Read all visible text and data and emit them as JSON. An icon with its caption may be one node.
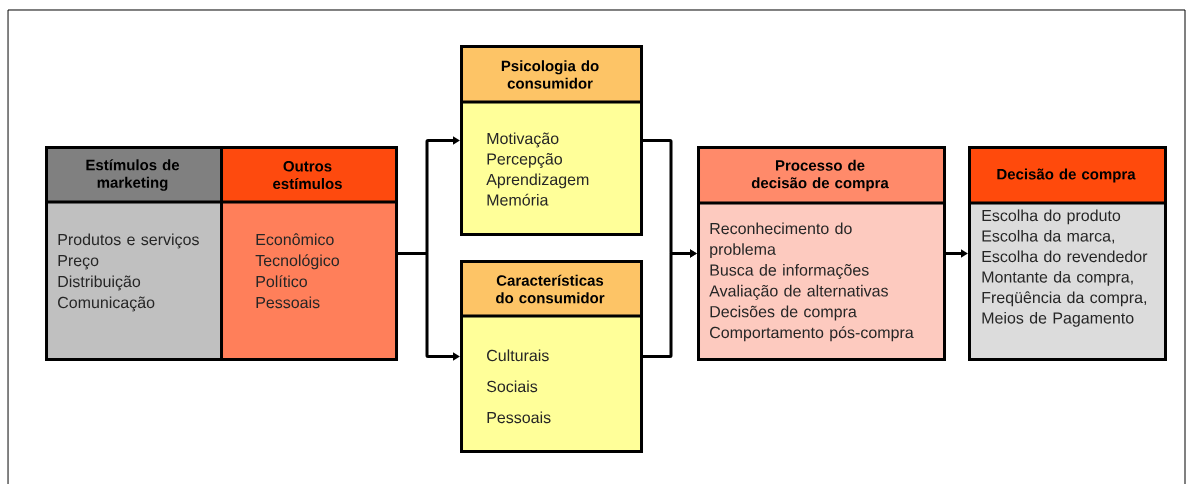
{
  "diagram": {
    "nodes": [
      {
        "text": [
          "Estímulos de marketing",
          "Produtos e serviços",
          "Preço",
          "Distribuição",
          "Comunicação"
        ]
      },
      {
        "text": [
          "Outros estímulos",
          "Econômico",
          "Tecnológico",
          "Político",
          "Pessoais"
        ]
      },
      {
        "text": [
          "Psicologia do consumidor",
          "Motivação",
          "Percepção",
          "Aprendizagem",
          "Memória"
        ]
      },
      {
        "text": [
          "Características do consumidor",
          "Culturais",
          "Sociais",
          "Pessoais"
        ]
      },
      {
        "text": [
          "Processo de decisão de compra",
          "Reconhecimento do problema",
          "Busca de informações",
          "Avaliação de alternativas",
          "Decisões de compra",
          "Comportamento pós-compra"
        ]
      },
      {
        "text": [
          "Decisão de compra",
          "Escolha do produto",
          "Escolha da marca,",
          "Escolha do revendedor",
          "Montante da compra,",
          "Freqüência da compra,",
          "Meios de Pagamento"
        ]
      }
    ],
    "edges": [
      {
        "from": 1,
        "to": 2,
        "arrow": "to"
      },
      {
        "from": 1,
        "to": 3,
        "arrow": "to"
      },
      {
        "from": 2,
        "to": 4,
        "arrow": "to"
      },
      {
        "from": 3,
        "to": 4,
        "arrow": "to"
      },
      {
        "from": 4,
        "to": 5,
        "arrow": "to"
      }
    ]
  }
}
